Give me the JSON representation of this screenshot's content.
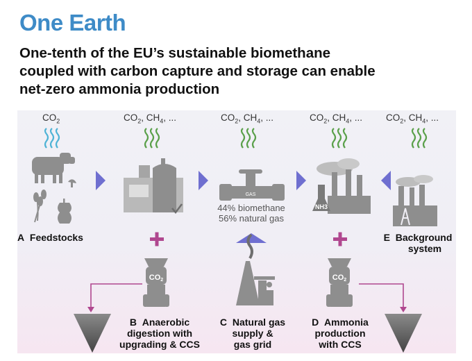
{
  "journal": "One Earth",
  "headline": {
    "line1": "One-tenth of the EU’s sustainable biomethane",
    "line2": "coupled with carbon capture and storage can enable",
    "line3": "net-zero ammonia production"
  },
  "emissions": [
    {
      "text": "CO",
      "sub": "2",
      "rest": ""
    },
    {
      "text": "CO",
      "sub": "2",
      "rest": ", CH",
      "sub2": "4",
      "rest2": ", ..."
    },
    {
      "text": "CO",
      "sub": "2",
      "rest": ", CH",
      "sub2": "4",
      "rest2": ", ..."
    },
    {
      "text": "CO",
      "sub": "2",
      "rest": ", CH",
      "sub2": "4",
      "rest2": ", ..."
    },
    {
      "text": "CO",
      "sub": "2",
      "rest": ", CH",
      "sub2": "4",
      "rest2": ", ..."
    }
  ],
  "gas_mix": {
    "line1": "44% biomethane",
    "line2": "56% natural gas"
  },
  "icon_labels": {
    "gas": "GAS",
    "nh3": "NH3",
    "co2": "CO",
    "co2_sub": "2"
  },
  "sections": {
    "A": {
      "letter": "A",
      "line1": "Feedstocks"
    },
    "B": {
      "letter": "B",
      "line1": "Anaerobic",
      "line2": "digestion with",
      "line3": "upgrading & CCS"
    },
    "C": {
      "letter": "C",
      "line1": "Natural gas",
      "line2": "supply &",
      "line3": "gas grid"
    },
    "D": {
      "letter": "D",
      "line1": "Ammonia",
      "line2": "production",
      "line3": "with CCS"
    },
    "E": {
      "letter": "E",
      "line1": "Background",
      "line2": "system"
    }
  },
  "colors": {
    "accent": "#3e8bc7",
    "arrow": "#6f6fd0",
    "plus": "#b0478f",
    "wave_green": "#5aa04a",
    "wave_blue": "#4fb3d6",
    "icon_grey": "#8e8e8e"
  }
}
